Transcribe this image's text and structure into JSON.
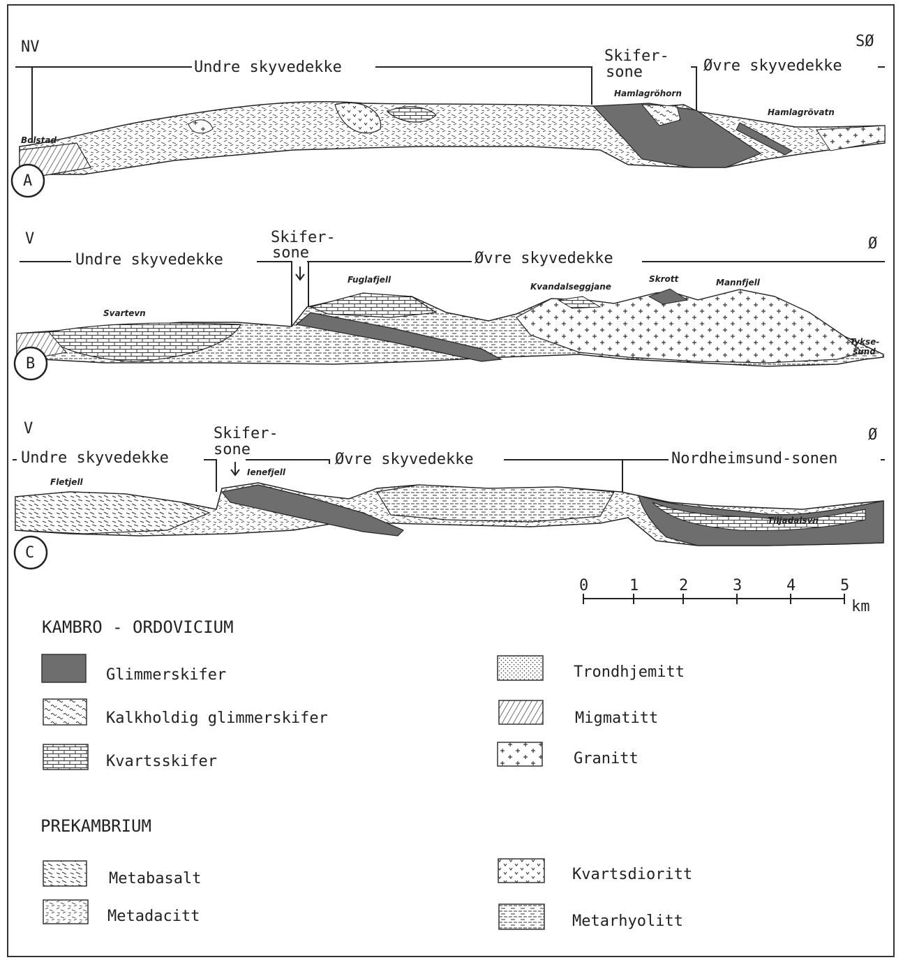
{
  "sections": [
    {
      "id": "A",
      "dir_left": "NV",
      "dir_right": "SØ",
      "lower_nappe": "Undre skyvedekke",
      "schist_zone": [
        "Skifer-",
        "sone"
      ],
      "upper_nappe": "Øvre skyvedekke",
      "places": [
        "Bolstad",
        "Hamlagröhorn",
        "Hamlagrövatn"
      ]
    },
    {
      "id": "B",
      "dir_left": "V",
      "dir_right": "Ø",
      "lower_nappe": "Undre skyvedekke",
      "schist_zone": [
        "Skifer-",
        "sone"
      ],
      "upper_nappe": "Øvre skyvedekke",
      "places": [
        "Svartevn",
        "Fuglafjell",
        "Kvandalseggjane",
        "Skrott",
        "Mannfjell",
        "Tykse-",
        "sund"
      ]
    },
    {
      "id": "C",
      "dir_left": "V",
      "dir_right": "Ø",
      "lower_nappe": "Undre skyvedekke",
      "schist_zone": [
        "Skifer-",
        "sone"
      ],
      "upper_nappe": "Øvre skyvedekke",
      "third_zone": "Nordheimsund-sonen",
      "places": [
        "Fletjell",
        "Ienefjell",
        "Tiljadalsvn"
      ]
    }
  ],
  "scale": {
    "ticks": [
      "0",
      "1",
      "2",
      "3",
      "4",
      "5"
    ],
    "unit": "km"
  },
  "legend": {
    "group1_title": "KAMBRO - ORDOVICIUM",
    "group1_left": [
      "Glimmerskifer",
      "Kalkholdig glimmerskifer",
      "Kvartsskifer"
    ],
    "group1_right": [
      "Trondhjemitt",
      "Migmatitt",
      "Granitt"
    ],
    "group2_title": "PREKAMBRIUM",
    "group2_left": [
      "Metabasalt",
      "Metadacitt"
    ],
    "group2_right": [
      "Kvartsdioritt",
      "Metarhyolitt"
    ]
  },
  "colors": {
    "glimmerskifer": "#6e6e6e",
    "ink": "#222222",
    "paper": "#ffffff"
  }
}
